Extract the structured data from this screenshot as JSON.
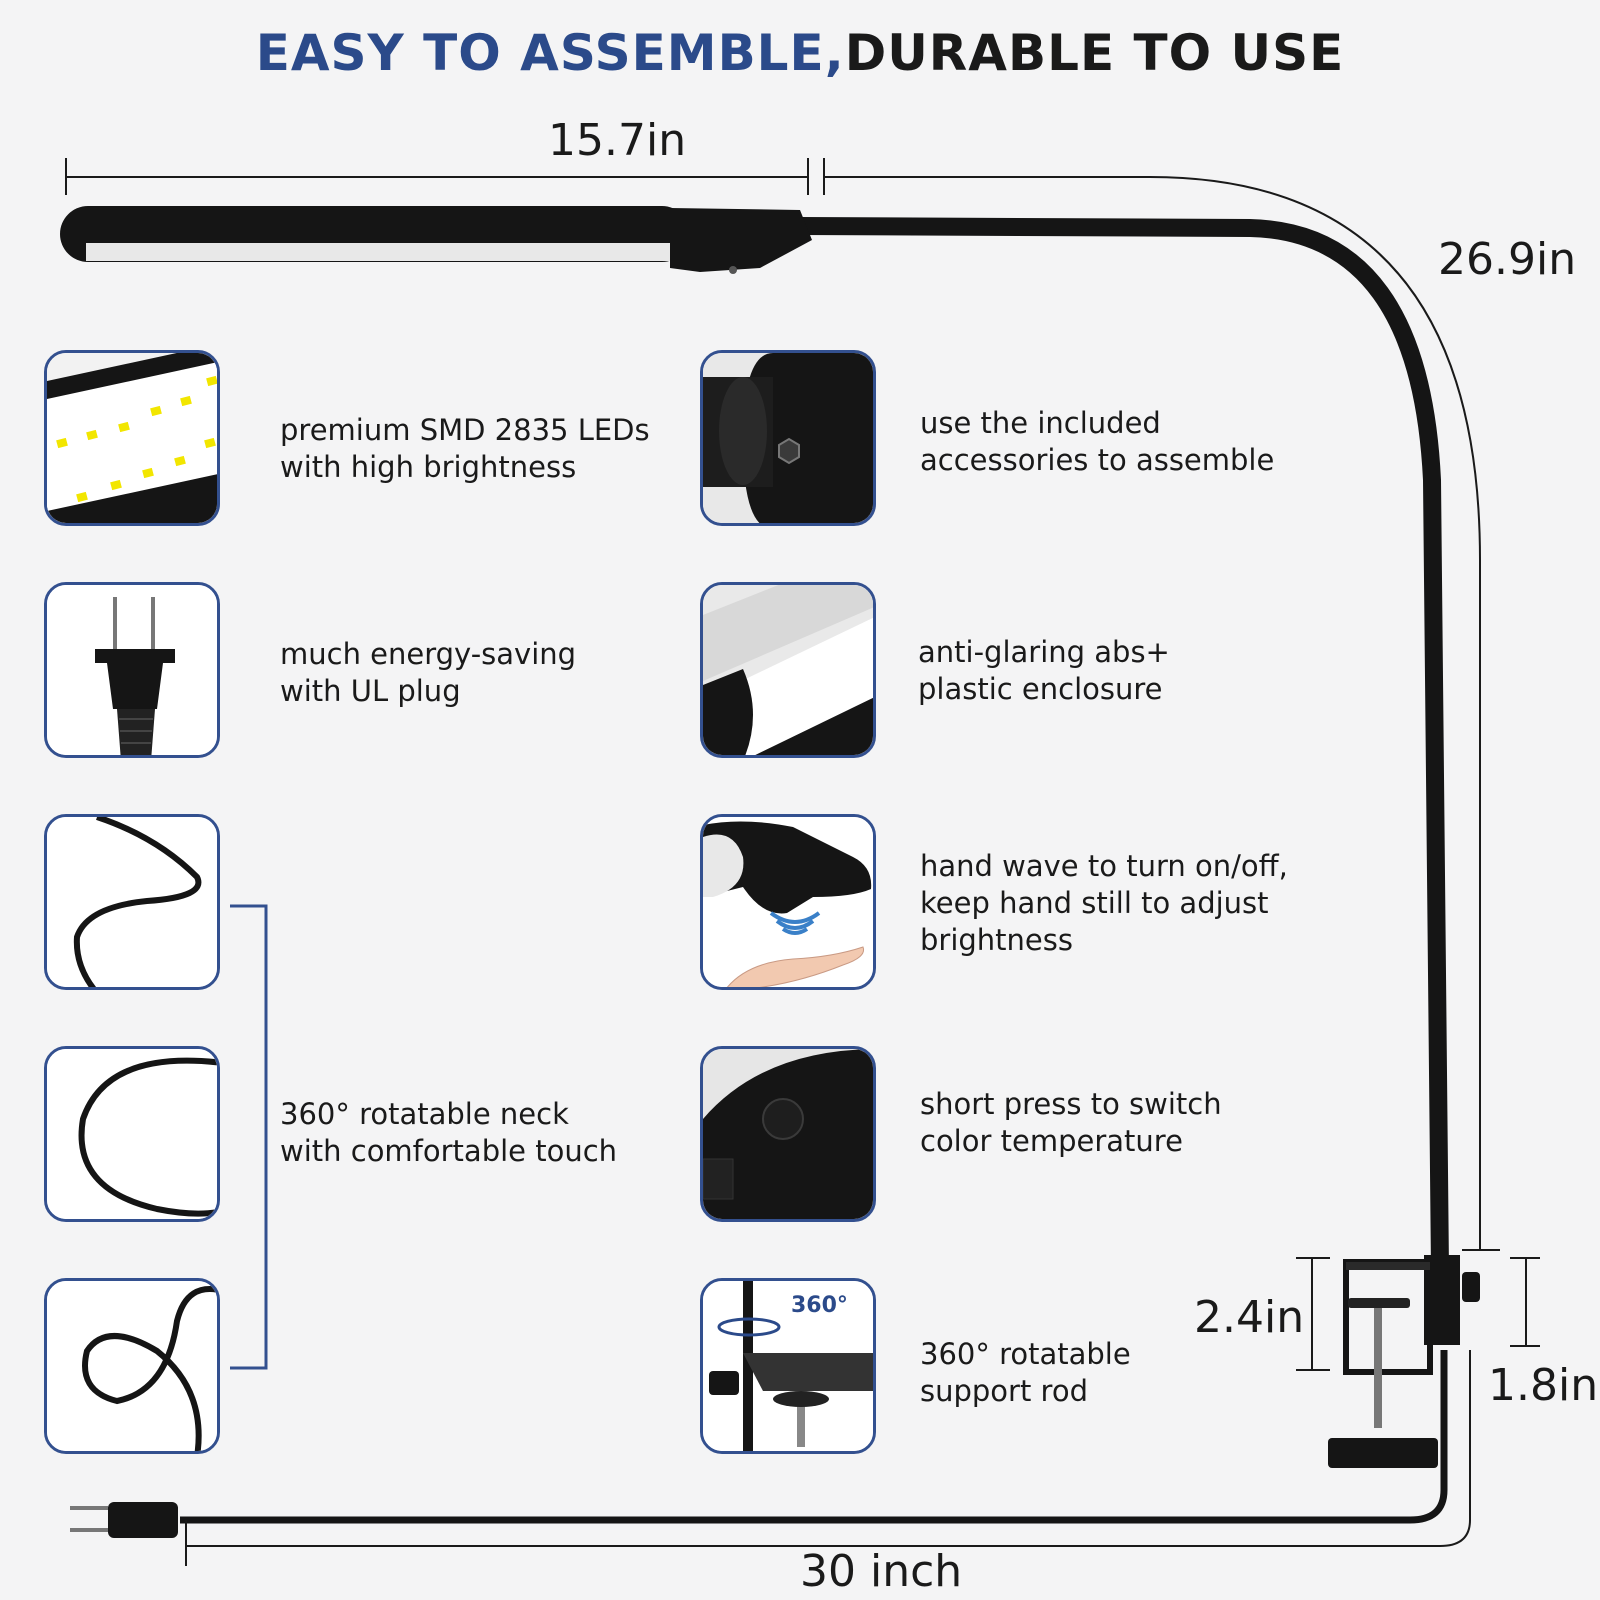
{
  "title": {
    "part1": "EASY TO ASSEMBLE,",
    "part2": "DURABLE TO USE",
    "color_blue": "#2b4a8a"
  },
  "dimensions": {
    "head_length": "15.7in",
    "height": "26.9in",
    "clamp_opening": "2.4in",
    "clamp_depth": "1.8in",
    "cord_length": "30 inch"
  },
  "features": {
    "leds": {
      "line1": "premium SMD 2835 LEDs",
      "line2": "with high brightness",
      "icon": "led-strip-icon"
    },
    "assemble": {
      "line1": "use  the included",
      "line2": "accessories to assemble",
      "icon": "hex-screw-icon"
    },
    "plug": {
      "line1": "much energy-saving",
      "line2": "with UL plug",
      "icon": "plug-icon"
    },
    "enclosure": {
      "line1": "anti-glaring abs+",
      "line2": "plastic enclosure",
      "icon": "lamp-bar-icon"
    },
    "sensor": {
      "line1": "hand wave to turn on/off,",
      "line2": "keep hand still to adjust",
      "line3": "brightness",
      "icon": "hand-wave-icon"
    },
    "neck": {
      "line1": "360° rotatable neck",
      "line2": "with comfortable touch",
      "icon": "gooseneck-icon"
    },
    "button": {
      "line1": "short press to switch",
      "line2": "color temperature",
      "icon": "touch-button-icon"
    },
    "rod": {
      "line1": "360° rotatable",
      "line2": "support rod",
      "badge": "360°",
      "icon": "rotate-icon"
    }
  },
  "colors": {
    "frame": "#33508f",
    "lamp": "#151515"
  }
}
